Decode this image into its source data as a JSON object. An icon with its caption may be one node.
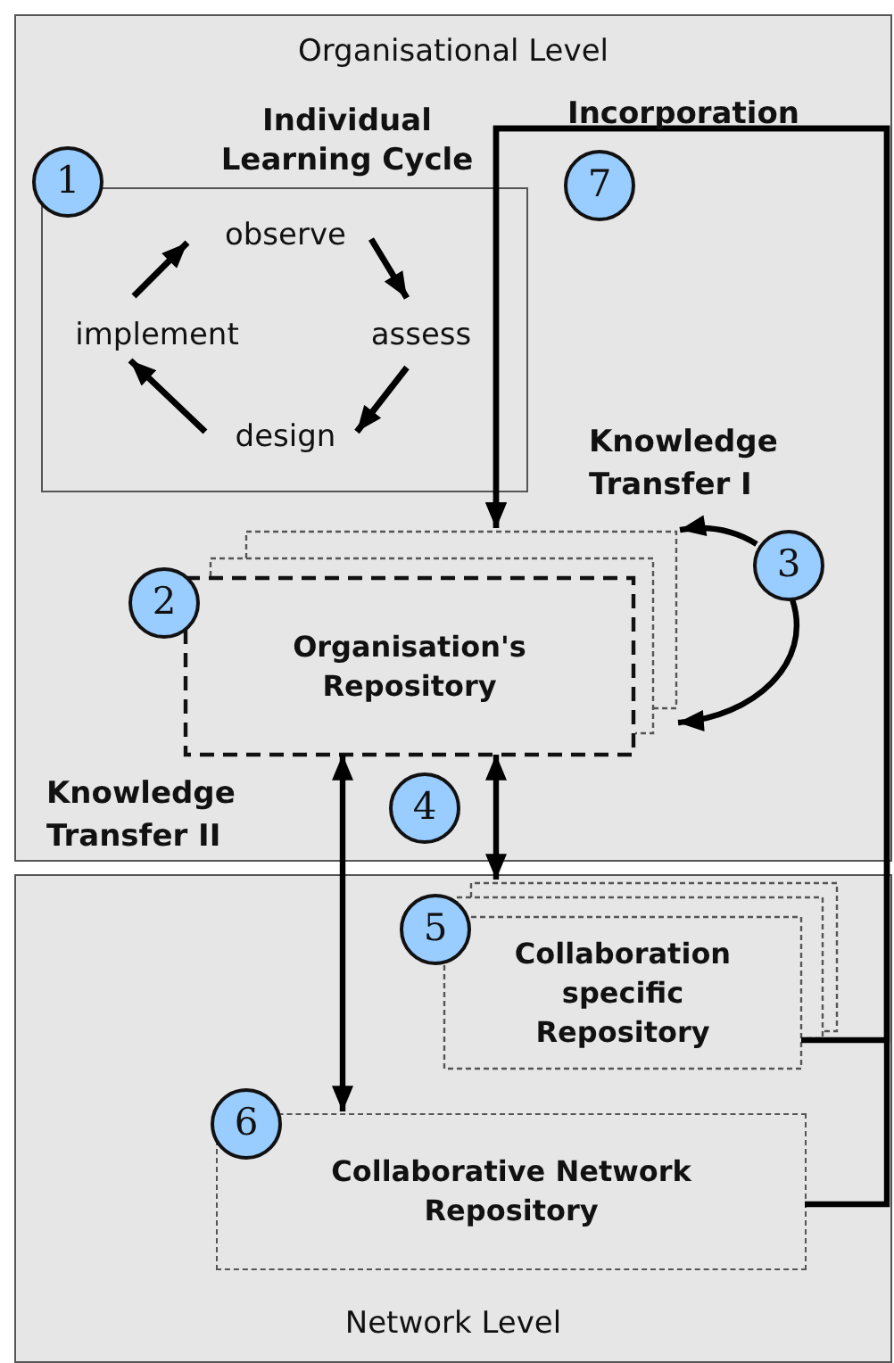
{
  "diagram": {
    "nodes": [
      {
        "text": [
          "Organisational Level"
        ]
      },
      {
        "text": [
          "1"
        ],
        "in": 0
      },
      {
        "text": [
          "Individual Learning Cycle"
        ],
        "in": 0
      },
      {
        "text": [
          "observe"
        ],
        "in": 2
      },
      {
        "text": [
          "assess"
        ],
        "in": 2
      },
      {
        "text": [
          "design"
        ],
        "in": 2
      },
      {
        "text": [
          "implement"
        ],
        "in": 2
      },
      {
        "text": [
          "7"
        ],
        "in": 0
      },
      {
        "text": [
          "3"
        ],
        "in": 0
      },
      {
        "text": [
          "2"
        ],
        "in": 0
      },
      {
        "text": [
          "Organisation's Repository"
        ],
        "in": 0
      },
      {
        "text": [
          "4"
        ],
        "in": 0
      },
      {
        "text": [
          "Network Level"
        ]
      },
      {
        "text": [
          "5"
        ],
        "in": 12
      },
      {
        "text": [
          "Collaboration specific Repository"
        ],
        "in": 12
      },
      {
        "text": [
          "6"
        ],
        "in": 12
      },
      {
        "text": [
          "Collaborative Network Repository"
        ],
        "in": 12
      }
    ],
    "edges": [
      {
        "from": 3,
        "to": 4,
        "arrow": "to"
      },
      {
        "from": 4,
        "to": 5,
        "arrow": "to"
      },
      {
        "from": 5,
        "to": 6,
        "arrow": "to"
      },
      {
        "from": 6,
        "to": 3,
        "arrow": "to"
      },
      {
        "from": 8,
        "to": 10,
        "arrow": "to"
      },
      {
        "from": 8,
        "to": 10,
        "arrow": "to"
      },
      {
        "from": 14,
        "to": 10,
        "arrow": "to"
      },
      {
        "from": 16,
        "to": 10,
        "arrow": "to"
      },
      {
        "from": 10,
        "to": 16,
        "arrow": "both"
      },
      {
        "from": 10,
        "to": 14,
        "arrow": "both"
      }
    ],
    "labels": [
      "Incorporation",
      "Knowledge Transfer I",
      "Knowledge Transfer II"
    ]
  }
}
